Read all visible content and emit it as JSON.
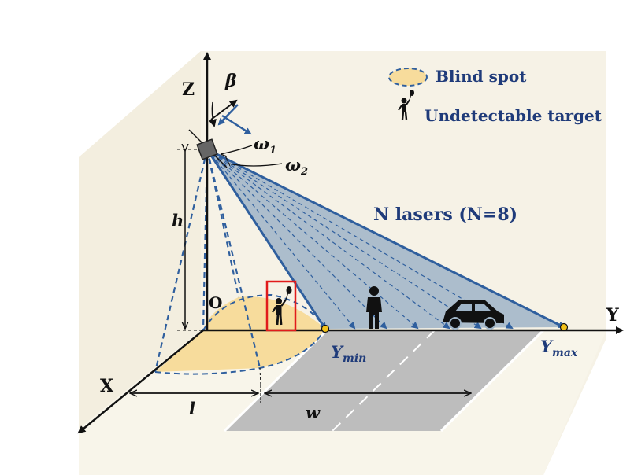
{
  "legend": {
    "blind_spot": "Blind spot",
    "undetectable_target": "Undetectable target"
  },
  "labels": {
    "axis_z": "Z",
    "axis_y": "Y",
    "axis_x": "X",
    "origin": "O",
    "beta": "β",
    "omega1": "ω",
    "omega1_sub": "1",
    "omega2": "ω",
    "omega2_sub": "2",
    "height": "h",
    "lasers": "N lasers (N=8)",
    "ymin": "Y",
    "ymin_sub": "min",
    "ymax": "Y",
    "ymax_sub": "max",
    "dim_l": "l",
    "dim_w": "w"
  },
  "colors": {
    "background_box": "#f6f2e6",
    "ground": "#f8f5ea",
    "road": "#bdbdbd",
    "blind_fill": "#f7dc9c",
    "laser_blue": "#2f5f9e",
    "laser_fill": "#9fb4c7",
    "label_blue": "#1f3b7a",
    "target_box": "#e11b1b",
    "point_yellow": "#f3c21a"
  }
}
